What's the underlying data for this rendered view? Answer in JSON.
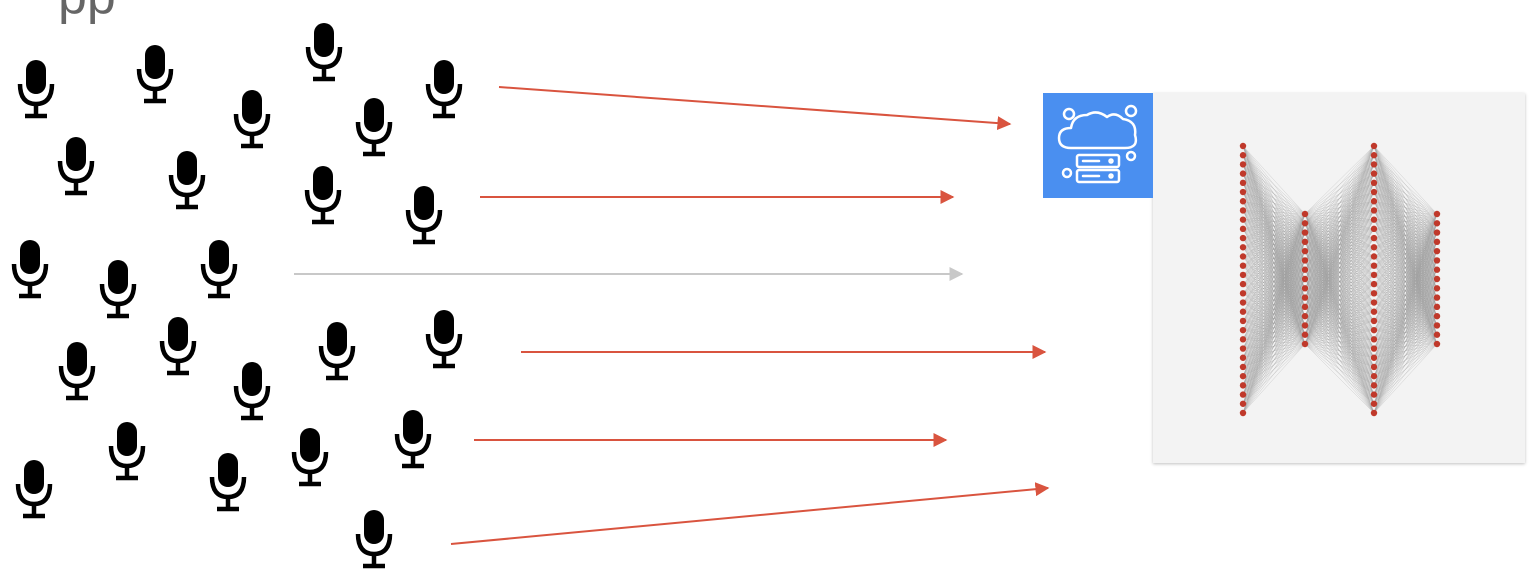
{
  "header_fragment": "pp",
  "colors": {
    "arrow_active": "#d9543f",
    "arrow_inactive": "#c8c8c8",
    "node": "#c0392b",
    "edge": "#9a9a9a",
    "cloud_badge": "#4a8ff0",
    "panel_bg": "#f3f3f3",
    "mic": "#000000"
  },
  "icons": {
    "device": "microphone-icon",
    "server": "cloud-server-icon"
  },
  "network": {
    "layers": [
      30,
      15,
      30,
      15
    ]
  },
  "arrows": [
    {
      "state": "active"
    },
    {
      "state": "active"
    },
    {
      "state": "inactive"
    },
    {
      "state": "active"
    },
    {
      "state": "active"
    },
    {
      "state": "active"
    }
  ]
}
